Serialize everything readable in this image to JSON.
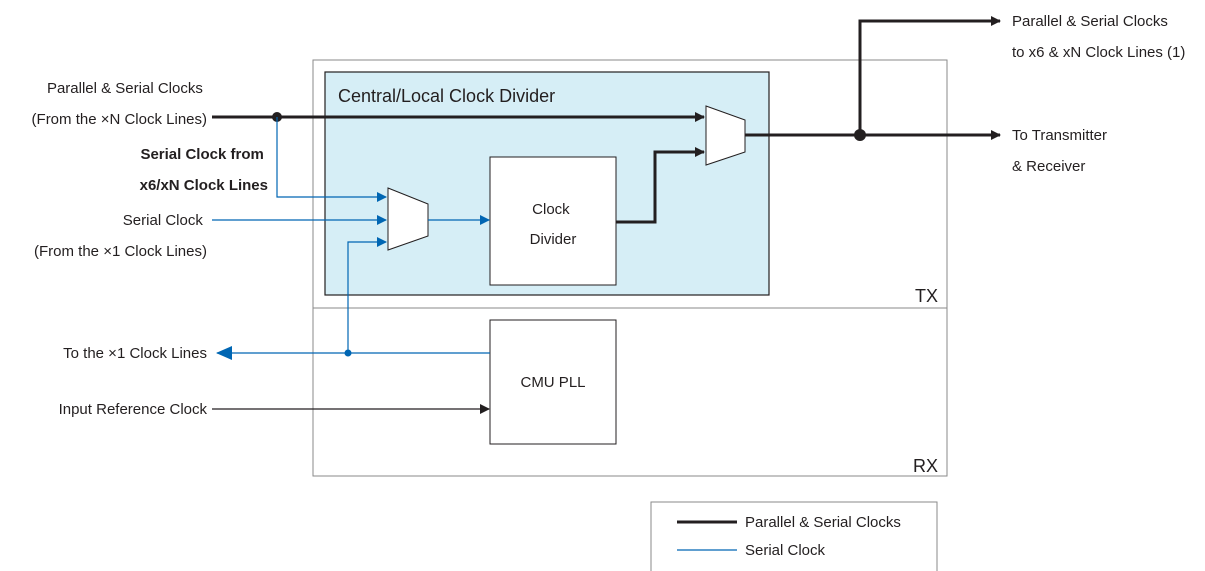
{
  "inputs": {
    "parallel_serial_xn": [
      "Parallel & Serial Clocks",
      "(From the ×N Clock Lines)"
    ],
    "serial_from_x6xn": [
      "Serial Clock from",
      "x6/xN Clock Lines"
    ],
    "serial_x1": [
      "Serial Clock",
      "(From the ×1 Clock Lines)"
    ],
    "to_x1": "To the ×1 Clock Lines",
    "input_ref_clock": "Input Reference Clock"
  },
  "outputs": {
    "to_x6_xn": [
      "Parallel & Serial Clocks",
      "to x6 & xN Clock Lines (1)"
    ],
    "to_tx_rx": [
      "To Transmitter",
      "& Receiver"
    ]
  },
  "blocks": {
    "central_local_divider": "Central/Local Clock Divider",
    "clock_divider": [
      "Clock",
      "Divider"
    ],
    "cmu_pll": "CMU PLL",
    "tx": "TX",
    "rx": "RX"
  },
  "legend": {
    "parallel_serial": "Parallel & Serial Clocks",
    "serial": "Serial Clock"
  },
  "colors": {
    "parallel_serial_line": "#231f20",
    "serial_line": "#0066b3",
    "divider_fill": "#d6eef6"
  }
}
